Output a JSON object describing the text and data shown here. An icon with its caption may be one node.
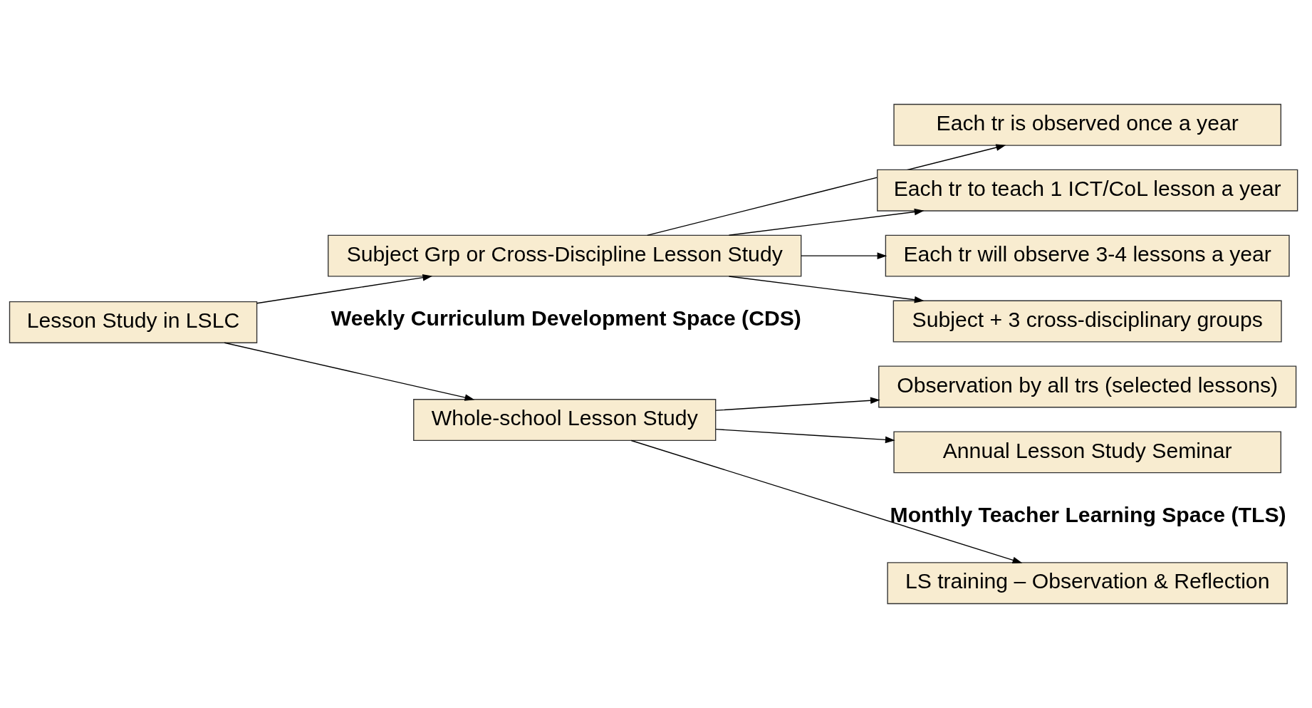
{
  "diagram": {
    "nodes": [
      {
        "text": [
          "Lesson Study in LSLC"
        ]
      },
      {
        "text": [
          "Whole-school Lesson Study"
        ]
      },
      {
        "text": [
          "Subject Grp or Cross-Discipline Lesson Study"
        ]
      },
      {
        "text": [
          "LS training – Observation & Reflection"
        ]
      },
      {
        "text": [
          "Observation by all trs (selected lessons)"
        ]
      },
      {
        "text": [
          "Annual Lesson Study Seminar"
        ]
      },
      {
        "text": [
          "Each tr is observed once a year"
        ]
      },
      {
        "text": [
          "Each tr to teach 1 ICT/CoL lesson a year"
        ]
      },
      {
        "text": [
          "Each tr will observe 3-4 lessons a year"
        ]
      },
      {
        "text": [
          "Subject + 3 cross-disciplinary groups"
        ]
      }
    ],
    "edges": [
      {
        "from": 0,
        "to": 1,
        "arrow": "to"
      },
      {
        "from": 0,
        "to": 2,
        "arrow": "to"
      },
      {
        "from": 1,
        "to": 3,
        "arrow": "to"
      },
      {
        "from": 1,
        "to": 4,
        "arrow": "to"
      },
      {
        "from": 1,
        "to": 5,
        "arrow": "to"
      },
      {
        "from": 2,
        "to": 6,
        "arrow": "to"
      },
      {
        "from": 2,
        "to": 7,
        "arrow": "to"
      },
      {
        "from": 2,
        "to": 8,
        "arrow": "to"
      },
      {
        "from": 2,
        "to": 9,
        "arrow": "to"
      }
    ],
    "labels": [
      "Monthly Teacher Learning Space (TLS)",
      "Weekly Curriculum Development Space (CDS)"
    ]
  }
}
